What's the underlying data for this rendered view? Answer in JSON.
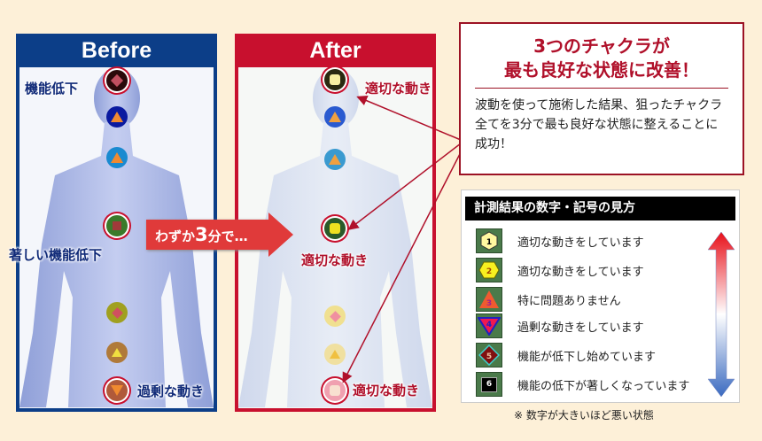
{
  "before": {
    "title": "Before",
    "labels": {
      "crown": "機能低下",
      "heart": "著しい機能低下",
      "root": "過剰な動き"
    }
  },
  "after": {
    "title": "After",
    "labels": {
      "crown": "適切な動き",
      "heart": "適切な動き",
      "root": "適切な動き"
    }
  },
  "banner": {
    "pre": "わずか",
    "num": "3",
    "post": "分で…"
  },
  "headline": {
    "line1": "3つのチャクラが",
    "line2": "最も良好な状態に改善！",
    "body": "波動を使って施術した結果、狙ったチャクラ全てを3分で最も良好な状態に整えることに成功！"
  },
  "legend": {
    "title": "計測結果の数字・記号の見方",
    "items": [
      {
        "num": "1",
        "text": "適切な動きをしています"
      },
      {
        "num": "2",
        "text": "適切な動きをしています"
      },
      {
        "num": "3",
        "text": "特に問題ありません"
      },
      {
        "num": "4",
        "text": "過剰な動きをしています"
      },
      {
        "num": "5",
        "text": "機能が低下し始めています"
      },
      {
        "num": "6",
        "text": "機能の低下が著しくなっています"
      }
    ]
  },
  "note": "※ 数字が大きいほど悪い状態",
  "colors": {
    "before": "#0c3e88",
    "after": "#c8102e",
    "accent": "#b0102a"
  }
}
